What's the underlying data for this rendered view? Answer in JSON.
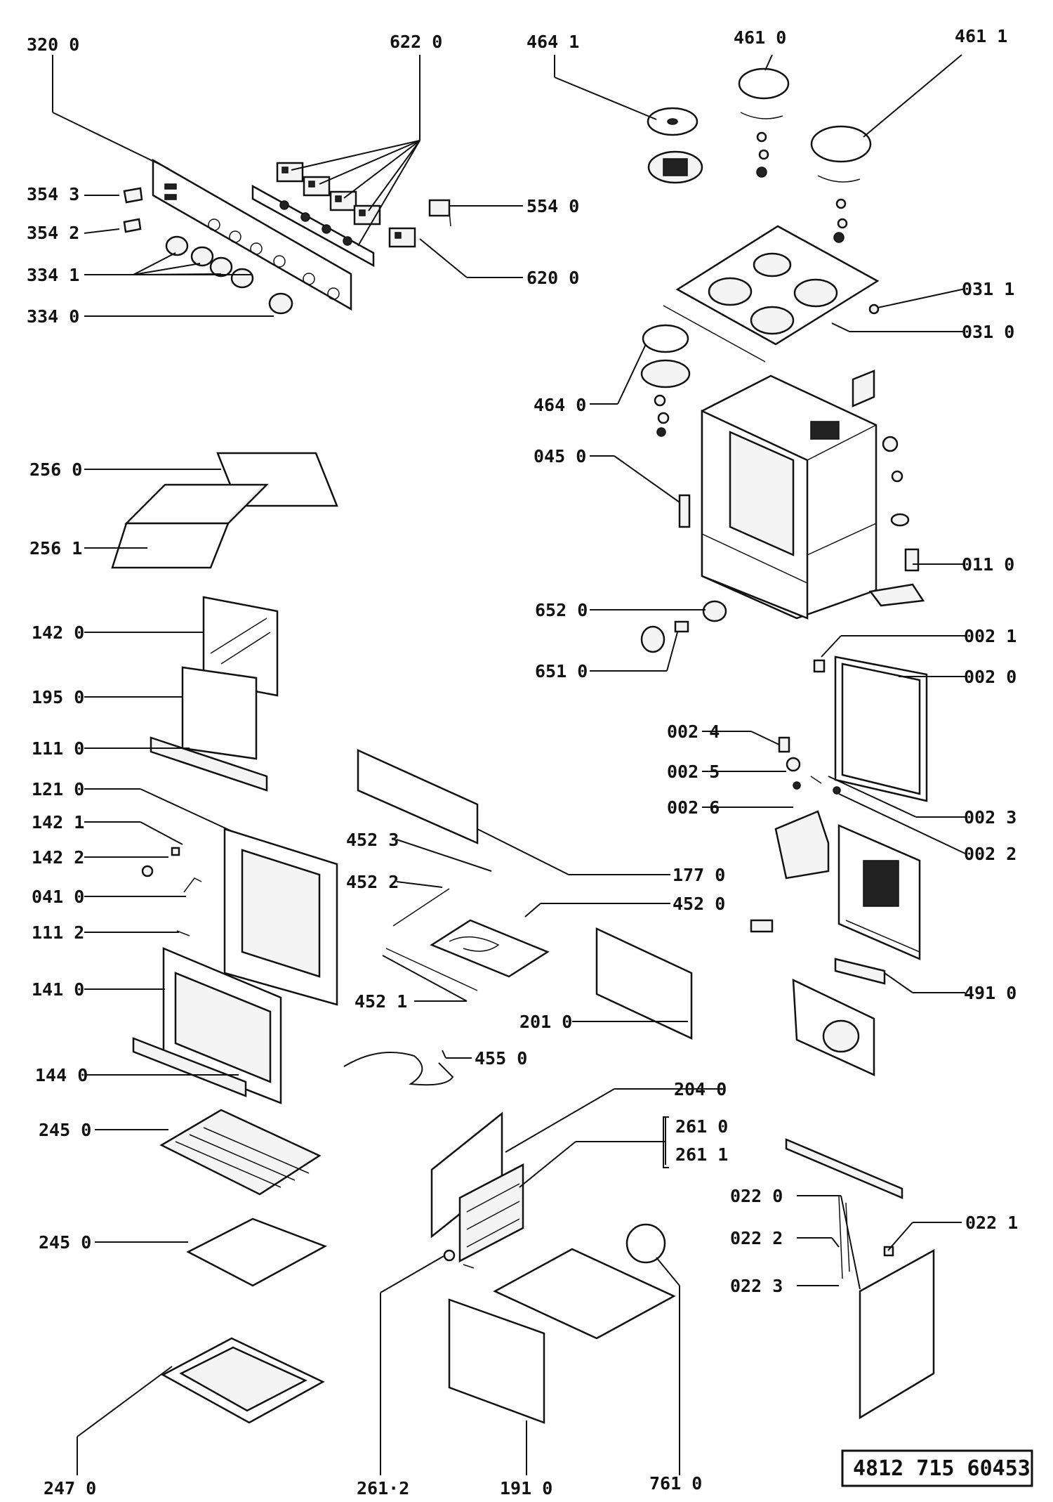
{
  "labels": {
    "l3200": "320 0",
    "l6220": "622 0",
    "l4641": "464 1",
    "l4610": "461 0",
    "l4611": "461 1",
    "l3543": "354 3",
    "l3542": "354 2",
    "l5540": "554 0",
    "l3341": "334 1",
    "l6200": "620 0",
    "l0311": "031 1",
    "l3340": "334 0",
    "l0310": "031 0",
    "l4640": "464 0",
    "l2560": "256 0",
    "l0450": "045 0",
    "l2561": "256 1",
    "l0110": "011 0",
    "l1420": "142 0",
    "l6520": "652 0",
    "l0021": "002 1",
    "l6510": "651 0",
    "l0020": "002 0",
    "l1950": "195 0",
    "l0024": "002 4",
    "l1110": "111 0",
    "l0025": "002 5",
    "l1210": "121 0",
    "l0026": "002 6",
    "l0023": "002 3",
    "l1421": "142 1",
    "l4523": "452 3",
    "l0022": "002 2",
    "l1422": "142 2",
    "l1770": "177 0",
    "l4522": "452 2",
    "l0410": "041 0",
    "l4520": "452 0",
    "l1112": "111 2",
    "l1410": "141 0",
    "l4521": "452 1",
    "l4910": "491 0",
    "l2010": "201 0",
    "l1440": "144 0",
    "l4550": "455 0",
    "l2040": "204 0",
    "l2450a": "245 0",
    "l2610": "261 0",
    "l2611": "261 1",
    "l0220": "022 0",
    "l0221": "022 1",
    "l0222": "022 2",
    "l2450b": "245 0",
    "l0223": "022 3",
    "l2470": "247 0",
    "l2612": "261·2",
    "l1910": "191 0",
    "l7610": "761 0"
  },
  "document_number": "4812 715 60453"
}
